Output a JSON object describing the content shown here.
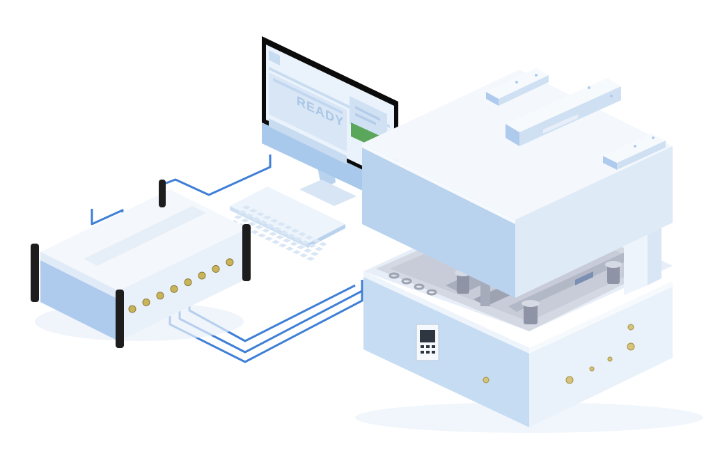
{
  "monitor": {
    "screen_status": "READY",
    "status_panel_color": "#5aa65a",
    "bezel_color": "#0b0b0b"
  },
  "colors": {
    "cable": "#3f7fd6",
    "panel_front": "#c3d9f2",
    "panel_side": "#aecbee",
    "panel_top": "#f4f8fd",
    "connector": "#c9b45a",
    "handle": "#1d1d1d"
  },
  "objects": [
    "desktop-monitor",
    "keyboard",
    "signal-generator-unit",
    "press-fixture-machine",
    "connection-cables"
  ]
}
